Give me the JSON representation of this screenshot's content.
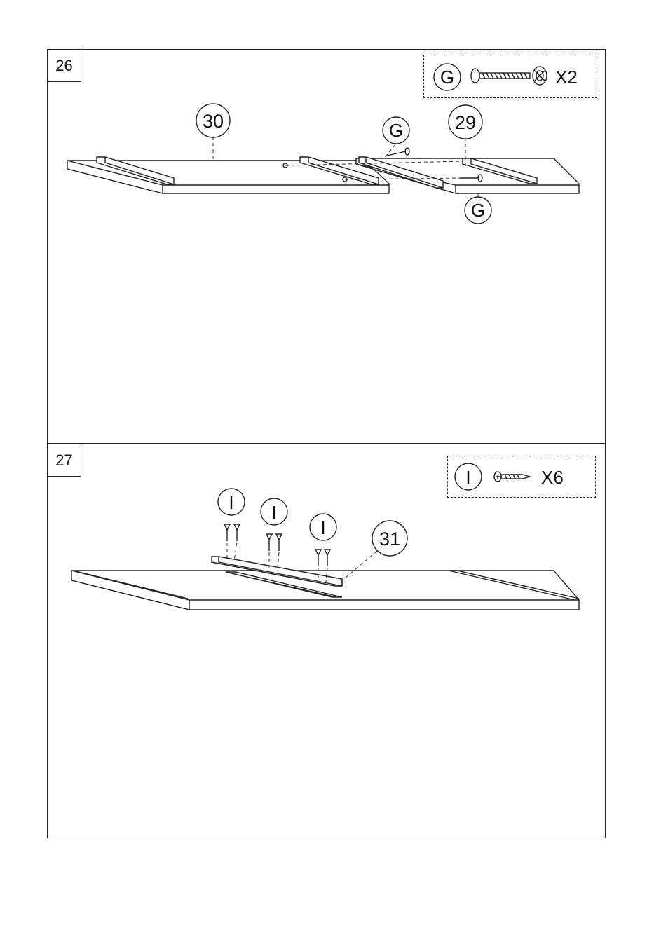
{
  "steps": [
    {
      "number": "26",
      "hardware": {
        "letter": "G",
        "qty": "X2"
      },
      "part_labels": [
        "30",
        "29"
      ],
      "hardware_labels": [
        "G",
        "G"
      ]
    },
    {
      "number": "27",
      "hardware": {
        "letter": "I",
        "qty": "X6"
      },
      "part_labels": [
        "31"
      ],
      "hardware_labels": [
        "I",
        "I",
        "I"
      ]
    }
  ]
}
